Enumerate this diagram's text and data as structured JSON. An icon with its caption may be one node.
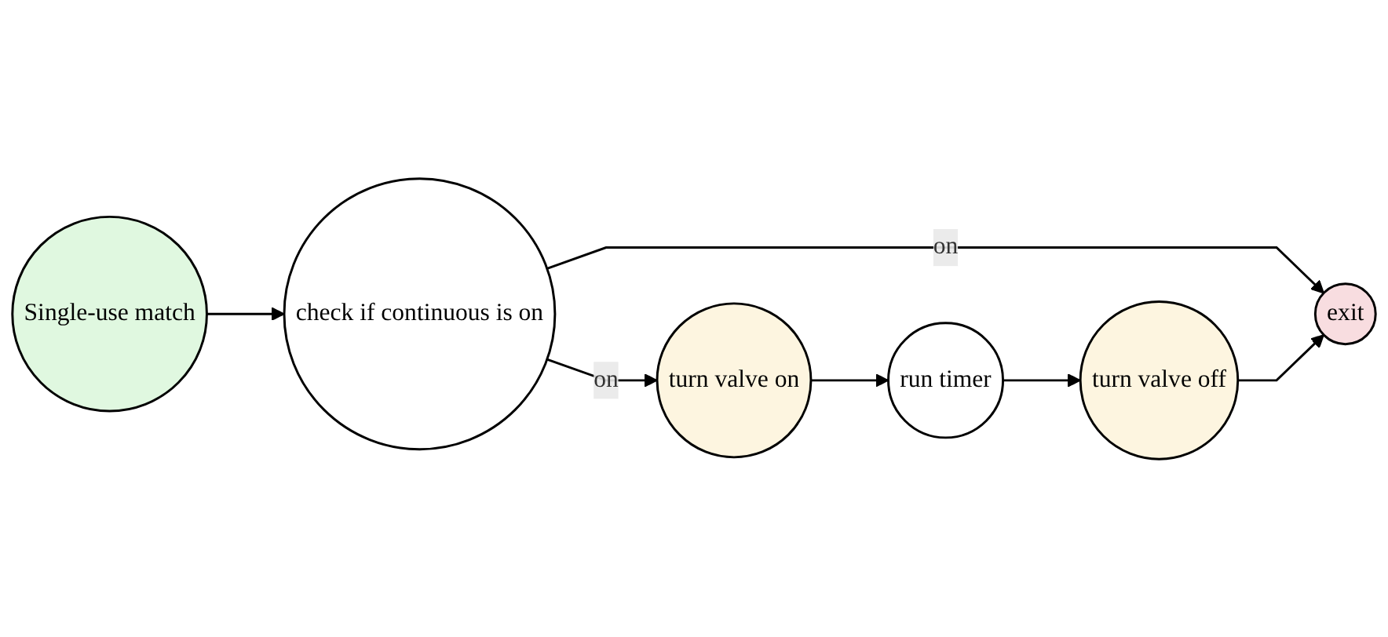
{
  "diagram": {
    "nodes": [
      {
        "text": [
          "Single-use match"
        ]
      },
      {
        "text": [
          "check if continuous is on"
        ]
      },
      {
        "text": [
          "exit"
        ]
      },
      {
        "text": [
          "turn valve on"
        ]
      },
      {
        "text": [
          "run timer"
        ]
      },
      {
        "text": [
          "turn valve off"
        ]
      }
    ],
    "edges": [
      {
        "from": 0,
        "to": 1,
        "arrow": "to"
      },
      {
        "from": 1,
        "to": 2,
        "arrow": "to",
        "label": "on"
      },
      {
        "from": 1,
        "to": 3,
        "arrow": "to",
        "label": "on"
      },
      {
        "from": 3,
        "to": 4,
        "arrow": "to"
      },
      {
        "from": 4,
        "to": 5,
        "arrow": "to"
      },
      {
        "from": 5,
        "to": 2,
        "arrow": "to"
      }
    ]
  }
}
